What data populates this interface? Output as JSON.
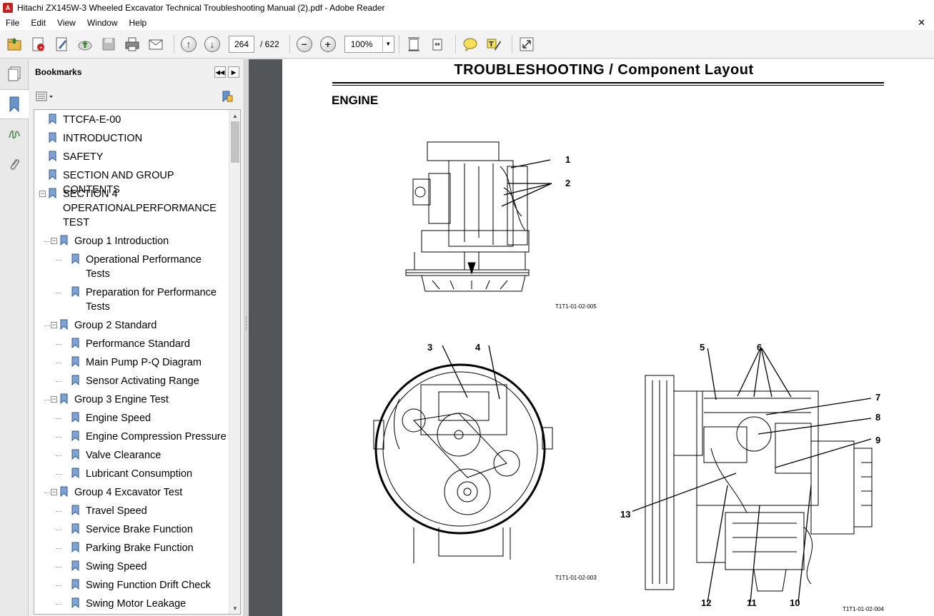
{
  "window": {
    "title": "Hitachi ZX145W-3 Wheeled Excavator Technical Troubleshooting Manual (2).pdf - Adobe Reader"
  },
  "menu": {
    "items": [
      "File",
      "Edit",
      "View",
      "Window",
      "Help"
    ],
    "close": "✕"
  },
  "toolbar": {
    "page_current": "264",
    "page_total": "/ 622",
    "zoom": "100%"
  },
  "panel": {
    "title": "Bookmarks"
  },
  "bookmarks": [
    {
      "label": "TTCFA-E-00"
    },
    {
      "label": "INTRODUCTION"
    },
    {
      "label": "SAFETY"
    },
    {
      "label": "SECTION AND GROUP CONTENTS"
    },
    {
      "label": "SECTION 4\nOPERATIONALPERFORMANCE\nTEST"
    },
    {
      "label": "Group 1 Introduction"
    },
    {
      "label": "Operational Performance\nTests"
    },
    {
      "label": "Preparation for Performance\nTests"
    },
    {
      "label": "Group 2 Standard"
    },
    {
      "label": "Performance Standard"
    },
    {
      "label": "Main Pump P-Q Diagram"
    },
    {
      "label": "Sensor Activating Range"
    },
    {
      "label": "Group 3 Engine Test"
    },
    {
      "label": "Engine Speed"
    },
    {
      "label": "Engine Compression Pressure"
    },
    {
      "label": "Valve Clearance"
    },
    {
      "label": "Lubricant Consumption"
    },
    {
      "label": "Group 4 Excavator Test"
    },
    {
      "label": "Travel Speed"
    },
    {
      "label": "Service Brake Function"
    },
    {
      "label": "Parking Brake Function"
    },
    {
      "label": "Swing Speed"
    },
    {
      "label": "Swing Function Drift Check"
    },
    {
      "label": "Swing Motor Leakage"
    }
  ],
  "document": {
    "title": "TROUBLESHOOTING / Component Layout",
    "section": "ENGINE",
    "fig1_code": "T1T1-01-02-005",
    "fig2_code": "T1T1-01-02-003",
    "fig3_code": "T1T1-01-02-004",
    "callouts": [
      "1",
      "2",
      "3",
      "4",
      "5",
      "6",
      "7",
      "8",
      "9",
      "10",
      "11",
      "12",
      "13"
    ]
  }
}
